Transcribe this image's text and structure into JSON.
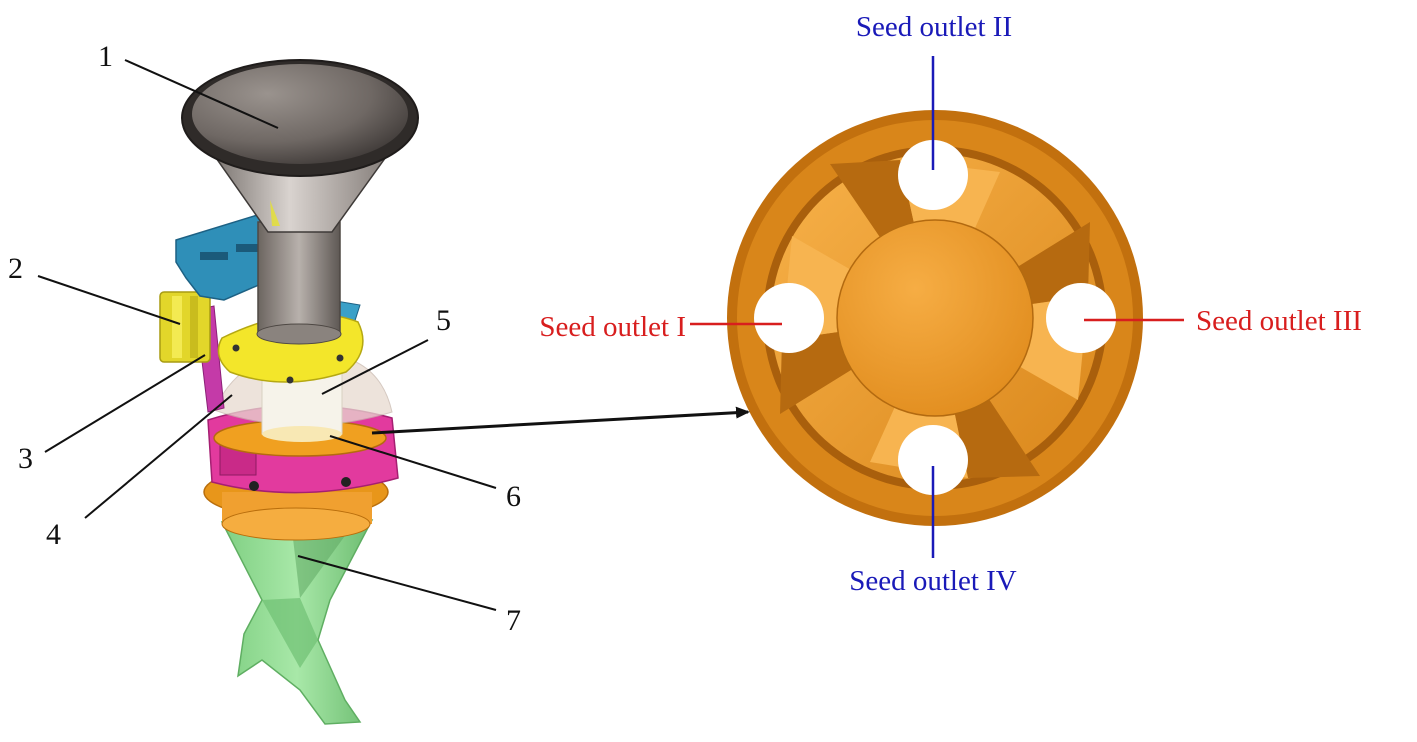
{
  "colors": {
    "red_label": "#d81e1e",
    "blue_label": "#1a1ab8",
    "leader": "#111111",
    "hopper_dark": "#3e3a38",
    "hopper_light": "#8f8884",
    "bracket": "#2f8fb8",
    "motor": "#e2d62a",
    "belt": "#c43aa8",
    "plate_yellow": "#f3e62a",
    "housing": "#e23a9e",
    "orange": "#f0a020",
    "tube_green": "#8fd890",
    "disc_rim": "#c2700e",
    "disc_fill": "#f3a02e"
  },
  "part_numbers": [
    "1",
    "2",
    "3",
    "4",
    "5",
    "6",
    "7"
  ],
  "outlets": {
    "top": "Seed outlet II",
    "left": "Seed outlet I",
    "right": "Seed outlet III",
    "bottom": "Seed outlet IV"
  }
}
